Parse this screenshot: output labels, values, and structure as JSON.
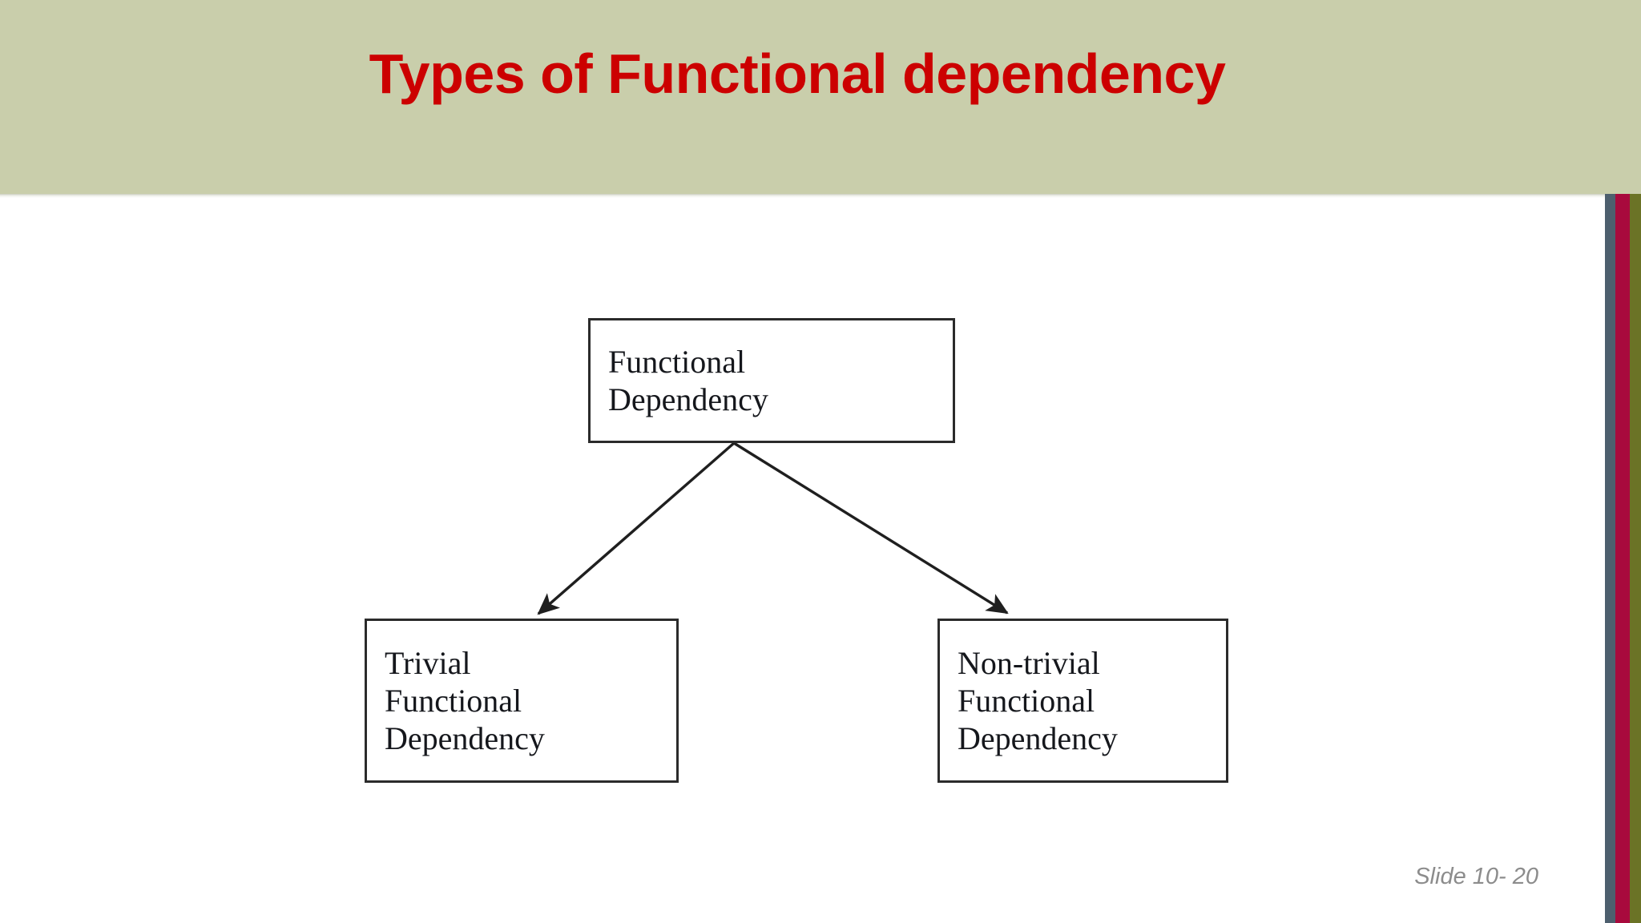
{
  "slide": {
    "title": "Types of Functional dependency",
    "title_color": "#cc0000",
    "header_band_color": "#c9ceab",
    "body_background": "#ffffff",
    "slide_number": "Slide 10- 20"
  },
  "edge_bars": [
    {
      "name": "slate",
      "color": "#4d5f6e"
    },
    {
      "name": "crimson",
      "color": "#a80a3d"
    },
    {
      "name": "olive",
      "color": "#6b7326"
    }
  ],
  "diagram": {
    "type": "tree",
    "nodes": [
      {
        "id": "root",
        "lines": [
          "Functional",
          "Dependency"
        ],
        "text": "Functional Dependency"
      },
      {
        "id": "trivial",
        "lines": [
          "Trivial",
          "Functional",
          "Dependency"
        ],
        "text": "Trivial Functional Dependency"
      },
      {
        "id": "nontrivial",
        "lines": [
          "Non-trivial",
          "Functional",
          "Dependency"
        ],
        "text": "Non-trivial Functional Dependency"
      }
    ],
    "edges": [
      {
        "from": "root",
        "to": "trivial",
        "arrow": "to"
      },
      {
        "from": "root",
        "to": "nontrivial",
        "arrow": "to"
      }
    ],
    "stroke_color": "#2b2b2b"
  }
}
